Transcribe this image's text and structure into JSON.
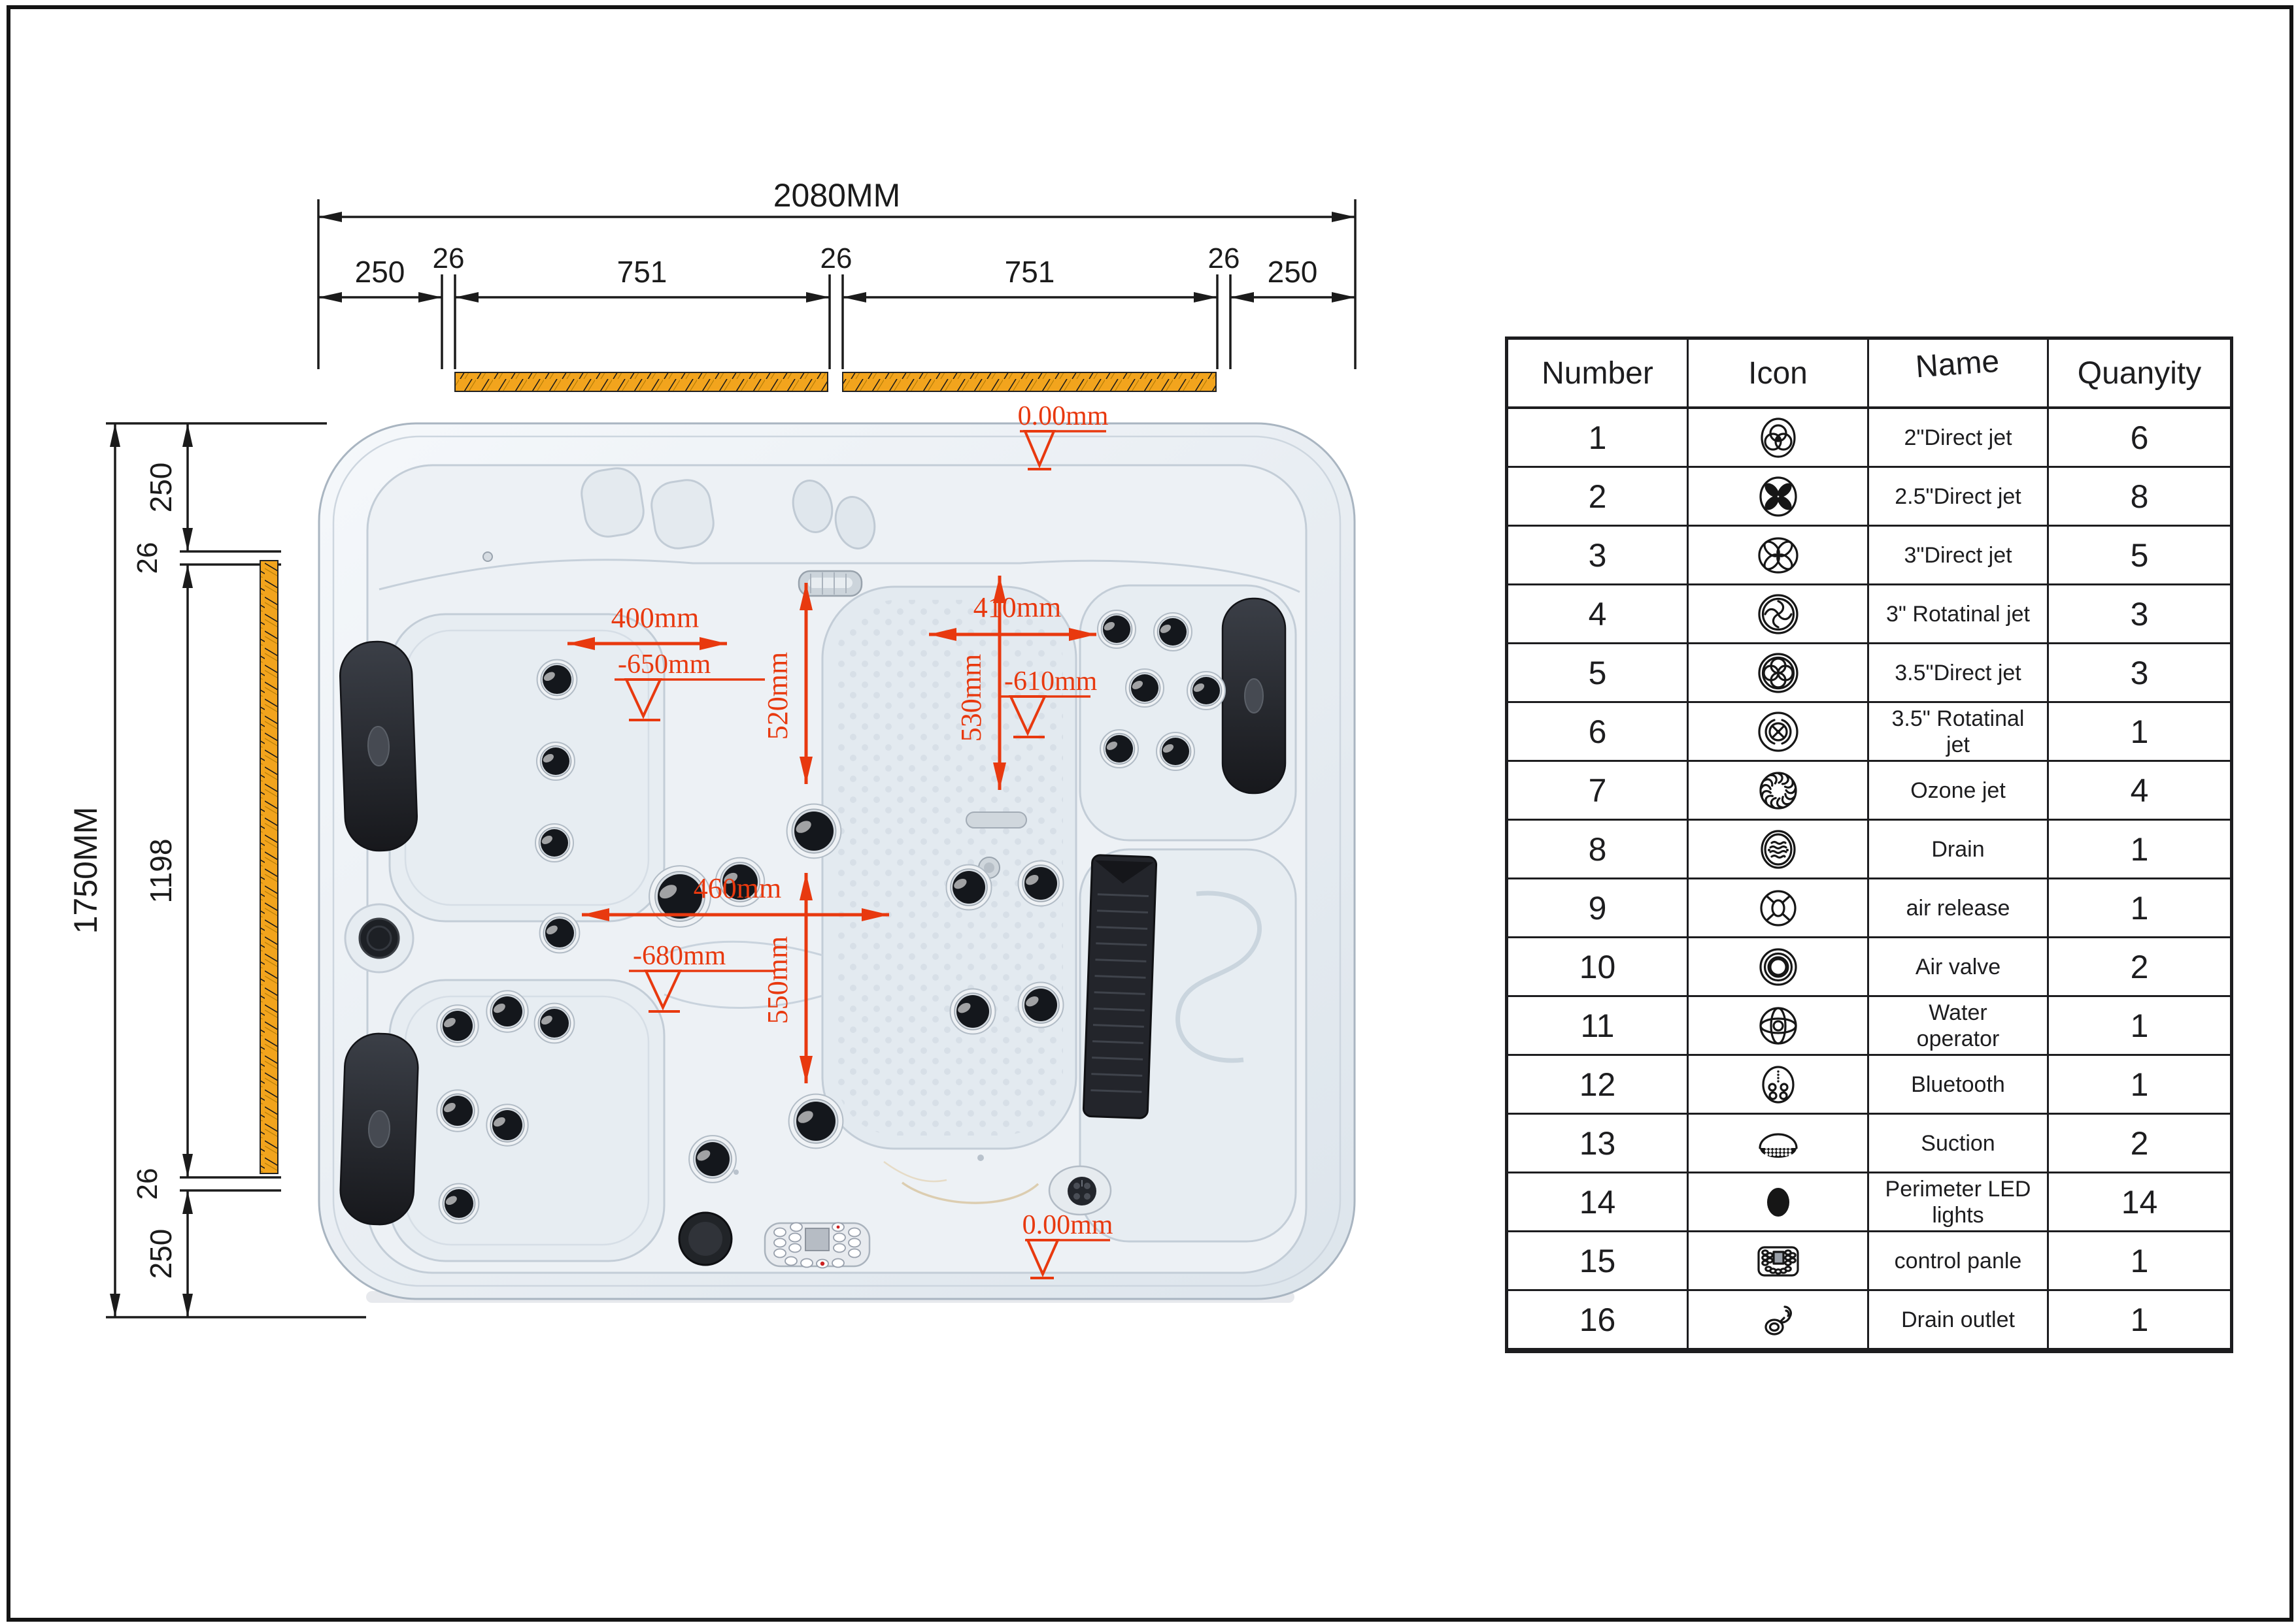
{
  "drawing": {
    "top_chain": {
      "overall": "2080MM",
      "segments": [
        "250",
        "26",
        "751",
        "26",
        "751",
        "26",
        "250"
      ]
    },
    "left_chain": {
      "overall": "1750MM",
      "segments": [
        "250",
        "26",
        "1198",
        "26",
        "250"
      ]
    },
    "annotations": {
      "datum_top": "0.00mm",
      "datum_bottom": "0.00mm",
      "seat1": {
        "width": "400mm",
        "height": "520mm",
        "depth": "-650mm"
      },
      "seat2": {
        "width": "410mm",
        "height": "530mm",
        "depth": "-610mm"
      },
      "seat3": {
        "width": "460mm",
        "height": "550mm",
        "depth": "-680mm"
      }
    },
    "colors": {
      "annotation_red": "#e8390f",
      "dimension_black": "#1b1b1b",
      "panel_bar_orange": "#f2a41d",
      "tub_shell": "#e9eef3",
      "headrest": "#26282e"
    }
  },
  "parts_table": {
    "headers": [
      "Number",
      "Icon",
      "Name",
      "Quanyity"
    ],
    "rows": [
      {
        "number": "1",
        "icon": "jet-direct-2",
        "name": "2\"Direct jet",
        "quantity": "6"
      },
      {
        "number": "2",
        "icon": "jet-direct-2-5",
        "name": "2.5\"Direct jet",
        "quantity": "8"
      },
      {
        "number": "3",
        "icon": "jet-direct-3",
        "name": "3\"Direct jet",
        "quantity": "5"
      },
      {
        "number": "4",
        "icon": "jet-rotational-3",
        "name": "3\" Rotatinal jet",
        "quantity": "3"
      },
      {
        "number": "5",
        "icon": "jet-direct-3-5",
        "name": "3.5\"Direct jet",
        "quantity": "3"
      },
      {
        "number": "6",
        "icon": "jet-rotational-3-5",
        "name": "3.5\" Rotatinal\njet",
        "quantity": "1"
      },
      {
        "number": "7",
        "icon": "ozone-jet",
        "name": "Ozone jet",
        "quantity": "4"
      },
      {
        "number": "8",
        "icon": "drain",
        "name": "Drain",
        "quantity": "1"
      },
      {
        "number": "9",
        "icon": "air-release",
        "name": "air release",
        "quantity": "1"
      },
      {
        "number": "10",
        "icon": "air-valve",
        "name": "Air valve",
        "quantity": "2"
      },
      {
        "number": "11",
        "icon": "water-operator",
        "name": "Water\noperator",
        "quantity": "1"
      },
      {
        "number": "12",
        "icon": "bluetooth",
        "name": "Bluetooth",
        "quantity": "1"
      },
      {
        "number": "13",
        "icon": "suction",
        "name": "Suction",
        "quantity": "2"
      },
      {
        "number": "14",
        "icon": "led-light",
        "name": "Perimeter LED\nlights",
        "quantity": "14"
      },
      {
        "number": "15",
        "icon": "control-panel",
        "name": "control panle",
        "quantity": "1"
      },
      {
        "number": "16",
        "icon": "drain-outlet",
        "name": "Drain outlet",
        "quantity": "1"
      }
    ]
  }
}
